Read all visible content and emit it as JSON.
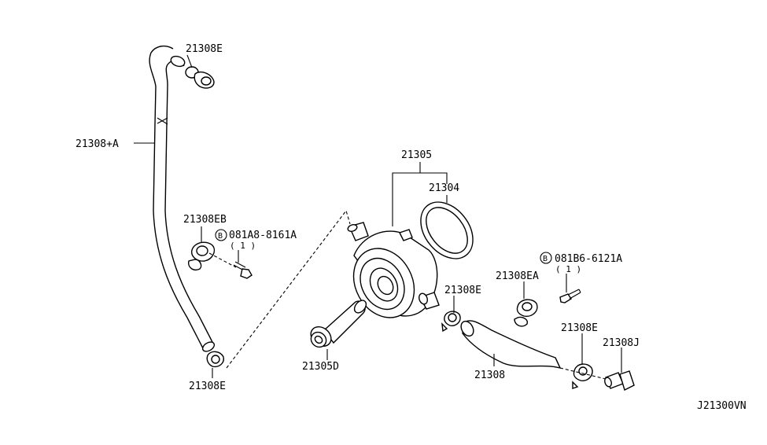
{
  "callouts": {
    "p_21308E_top": "21308E",
    "p_21308_A": "21308+A",
    "p_21308EB": "21308EB",
    "p_bolt_left": "081A8-8161A",
    "p_bolt_left_qty": "( 1 )",
    "p_21308E_bottom_left": "21308E",
    "p_21305": "21305",
    "p_21304": "21304",
    "p_21305D": "21305D",
    "p_21308E_mid": "21308E",
    "p_21308": "21308",
    "p_bolt_right": "081B6-6121A",
    "p_bolt_right_qty": "( 1 )",
    "p_21308EA": "21308EA",
    "p_21308E_right": "21308E",
    "p_21308J": "21308J",
    "bolt_symbol": "B"
  },
  "diagram_code": "J21300VN"
}
